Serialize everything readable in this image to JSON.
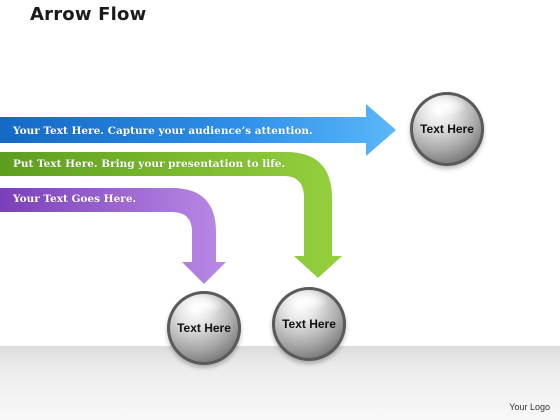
{
  "title": "Arrow Flow",
  "arrows": [
    {
      "text": "Your Text Here. Capture your audience’s attention.",
      "color": "#1E90E6"
    },
    {
      "text": "Put Text Here. Bring your presentation to life.",
      "color": "#7DBE2E"
    },
    {
      "text": "Your Text Goes Here.",
      "color": "#9A5FD0"
    }
  ],
  "spheres": [
    {
      "label": "Text Here"
    },
    {
      "label": "Text Here"
    },
    {
      "label": "Text Here"
    }
  ],
  "logo": "Your Logo"
}
